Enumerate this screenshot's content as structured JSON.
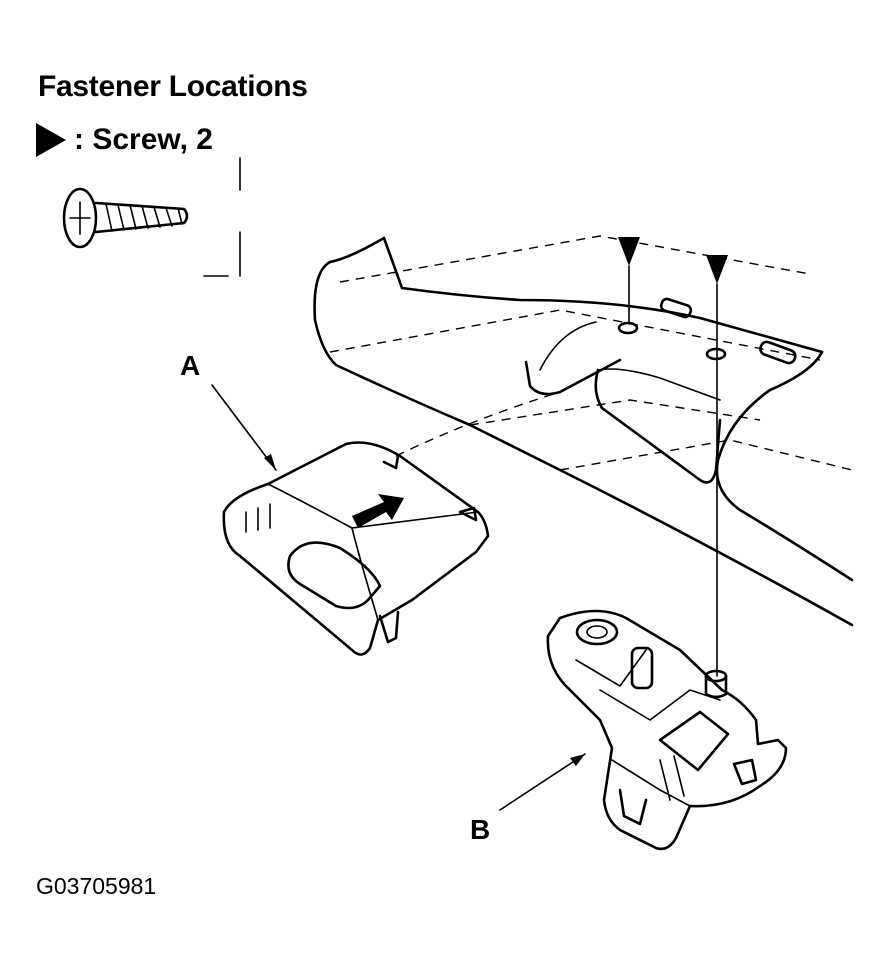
{
  "title": "Fastener Locations",
  "legend": {
    "label": ": Screw, 2"
  },
  "callouts": {
    "a": "A",
    "b": "B"
  },
  "figure_code": "G03705981",
  "icons": [
    "screw-icon",
    "screw-location-marker-icon",
    "direction-arrow-icon"
  ]
}
